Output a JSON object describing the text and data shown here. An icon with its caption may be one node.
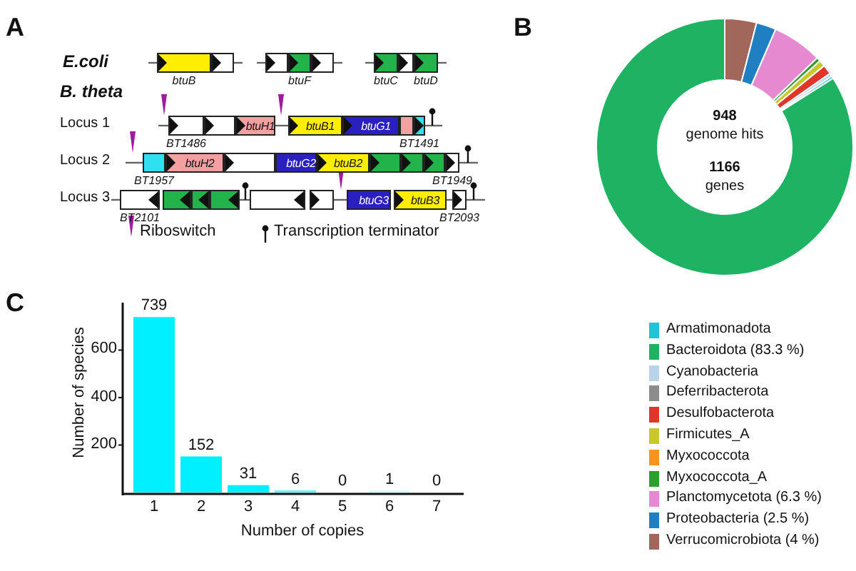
{
  "diagram": {
    "nodes": [
      {
        "text": [],
        "shape": "box",
        "beside": [
          "btuB"
        ]
      },
      {
        "text": [],
        "shape": "box"
      },
      {
        "text": [],
        "shape": "box"
      },
      {
        "text": [],
        "shape": "box",
        "beside": [
          "btuF"
        ]
      },
      {
        "text": [],
        "shape": "box"
      },
      {
        "text": [],
        "shape": "box",
        "beside": [
          "btuC"
        ]
      },
      {
        "text": [],
        "shape": "box"
      },
      {
        "text": [],
        "shape": "box",
        "beside": [
          "btuD"
        ]
      },
      {
        "text": [],
        "shape": "box",
        "beside": [
          "BT1486"
        ]
      },
      {
        "text": [],
        "shape": "box"
      },
      {
        "text": [
          "btuH1"
        ]
      },
      {
        "text": [
          "btuB1"
        ]
      },
      {
        "text": [
          "btuG1"
        ]
      },
      {
        "text": [],
        "shape": "box"
      },
      {
        "text": [],
        "shape": "box",
        "beside": [
          "BT1491"
        ]
      },
      {
        "text": [],
        "shape": "box",
        "beside": [
          "BT1957"
        ]
      },
      {
        "text": [
          "btuH2"
        ]
      },
      {
        "text": [],
        "shape": "box"
      },
      {
        "text": [
          "btuG2"
        ]
      },
      {
        "text": [
          "btuB2"
        ]
      },
      {
        "text": [],
        "shape": "box"
      },
      {
        "text": [],
        "shape": "box"
      },
      {
        "text": [],
        "shape": "box"
      },
      {
        "text": [],
        "shape": "box",
        "beside": [
          "BT1949"
        ]
      },
      {
        "text": [],
        "shape": "box",
        "beside": [
          "BT2101"
        ]
      },
      {
        "text": [],
        "shape": "box"
      },
      {
        "text": [],
        "shape": "box"
      },
      {
        "text": [],
        "shape": "box"
      },
      {
        "text": [],
        "shape": "box"
      },
      {
        "text": [],
        "shape": "box"
      },
      {
        "text": [
          "btuG3"
        ]
      },
      {
        "text": [
          "btuB3"
        ]
      },
      {
        "text": [],
        "shape": "box",
        "beside": [
          "BT2093"
        ]
      }
    ],
    "labels": [
      "A",
      "E.coli",
      "B. theta",
      "Locus 1",
      "Locus 2",
      "Locus 3",
      "B",
      "948",
      "genome hits",
      "1166",
      "genes",
      "C"
    ],
    "legend": [
      {
        "text": "Riboswitch"
      },
      {
        "text": "Transcription terminator"
      },
      {
        "text": "Armatimonadota",
        "color": "#1fc4d8"
      },
      {
        "text": "Bacteroidota (83.3 %)",
        "color": "#1db363"
      },
      {
        "text": "Cyanobacteria",
        "color": "#b9d3ea"
      },
      {
        "text": "Deferribacterota",
        "color": "#8c8c8c"
      },
      {
        "text": "Desulfobacterota",
        "color": "#e0352b"
      },
      {
        "text": "Firmicutes_A",
        "color": "#c8c82a"
      },
      {
        "text": "Myxococcota",
        "color": "#f7941d"
      },
      {
        "text": "Myxococcota_A",
        "color": "#2ca02c"
      },
      {
        "text": "Planctomycetota (6.3 %)",
        "color": "#e58ad0"
      },
      {
        "text": "Proteobacteria (2.5 %)",
        "color": "#1f7fc0"
      },
      {
        "text": "Verrucomicrobiota (4 %)",
        "color": "#a0675a"
      }
    ],
    "chart_data": {
      "type": "bar",
      "xlabel": "Number of copies",
      "ylabel": "Number of species",
      "categories": [
        "1",
        "2",
        "3",
        "4",
        "5",
        "6",
        "7"
      ],
      "series": [
        {
          "color": "#00f0ff",
          "values": [
            739,
            152,
            31,
            6,
            0,
            1,
            0
          ]
        }
      ],
      "yticks": [
        200,
        400,
        600
      ],
      "ylim": [
        0,
        800
      ],
      "data_labels": true
    }
  }
}
